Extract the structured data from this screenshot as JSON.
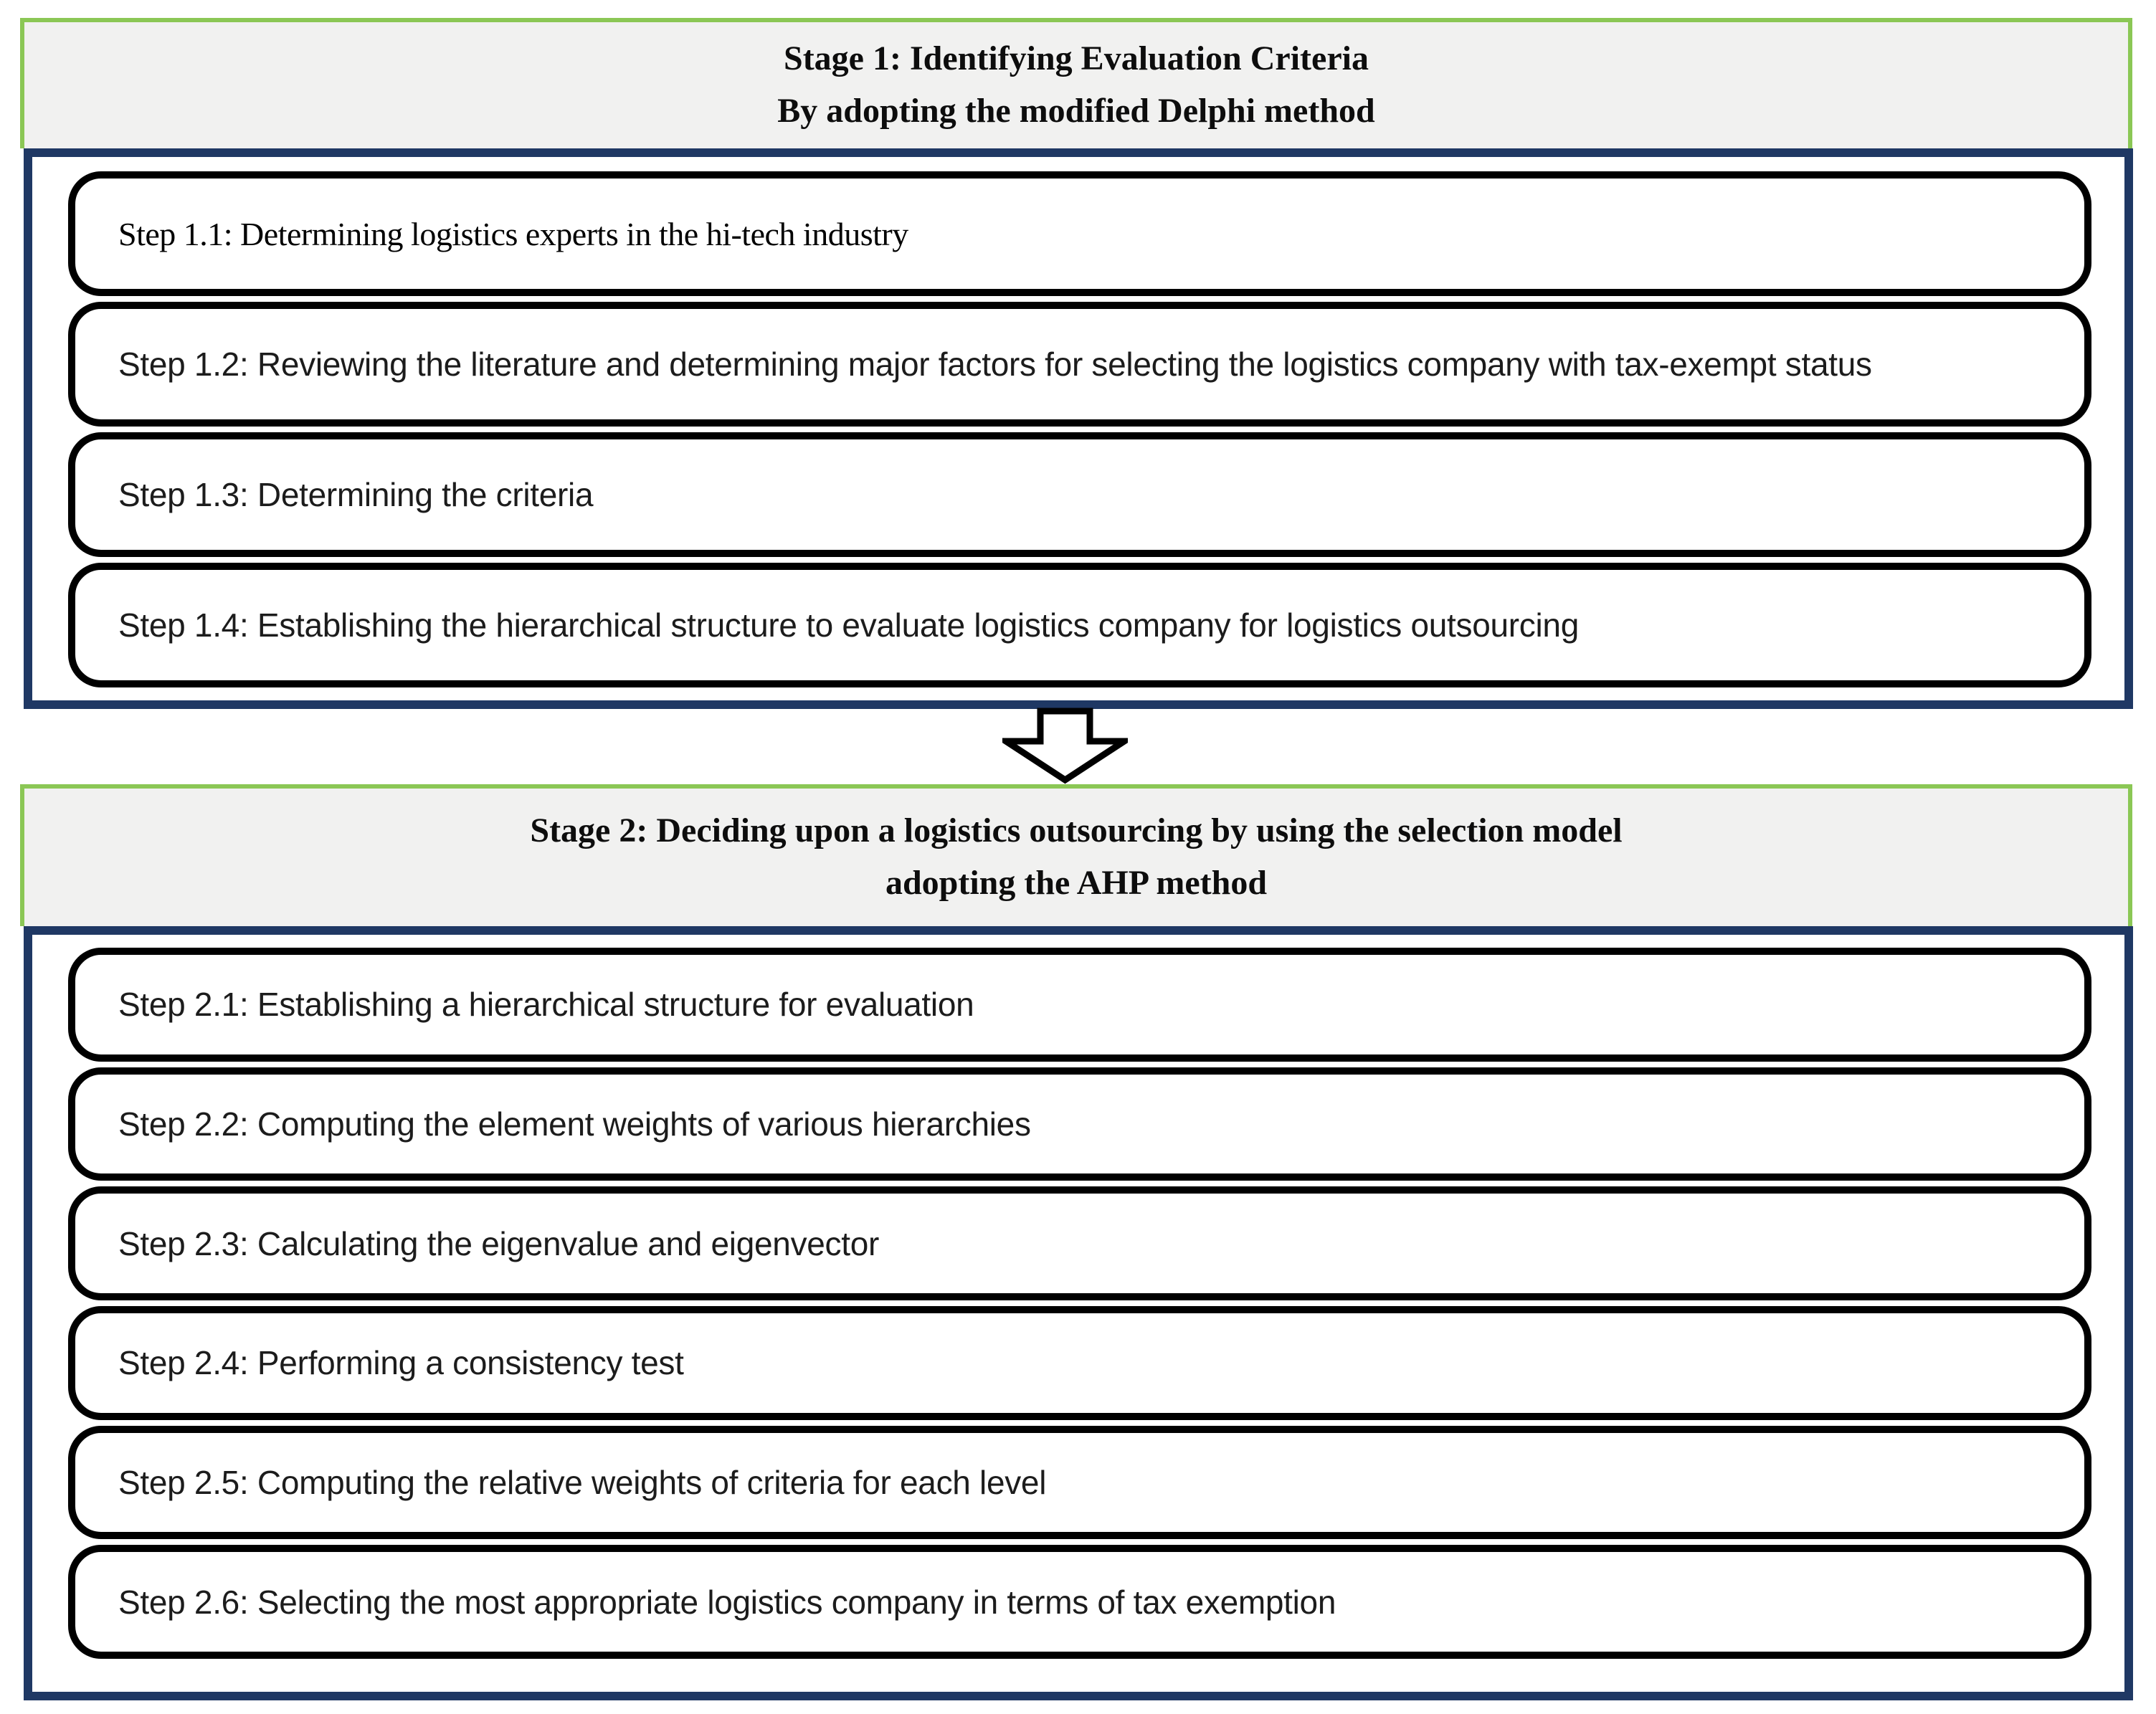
{
  "figure": {
    "stage1": {
      "header": {
        "line1": "Stage 1: Identifying Evaluation Criteria",
        "line2": "By adopting the modified Delphi method"
      },
      "steps": [
        "Step 1.1: Determining logistics experts in the hi-tech industry",
        "Step 1.2: Reviewing the literature and determining major factors for selecting the logistics company with tax-exempt status",
        "Step 1.3: Determining the criteria",
        "Step 1.4: Establishing the hierarchical structure to evaluate logistics company for logistics outsourcing"
      ]
    },
    "stage2": {
      "header": {
        "line1": "Stage 2: Deciding upon a logistics outsourcing by using the selection model",
        "line2": "adopting the AHP method"
      },
      "steps": [
        "Step 2.1: Establishing a hierarchical structure for evaluation",
        "Step 2.2: Computing the element weights of various hierarchies",
        "Step 2.3: Calculating the eigenvalue and eigenvector",
        "Step 2.4: Performing a consistency test",
        "Step 2.5: Computing the relative weights of criteria for each level",
        "Step 2.6: Selecting the most appropriate logistics company in terms of tax exemption"
      ]
    },
    "colors": {
      "header_border_green": "#8BC755",
      "container_border_navy": "#1F3864",
      "header_background": "#F1F1F0",
      "step_border": "#000000"
    }
  }
}
